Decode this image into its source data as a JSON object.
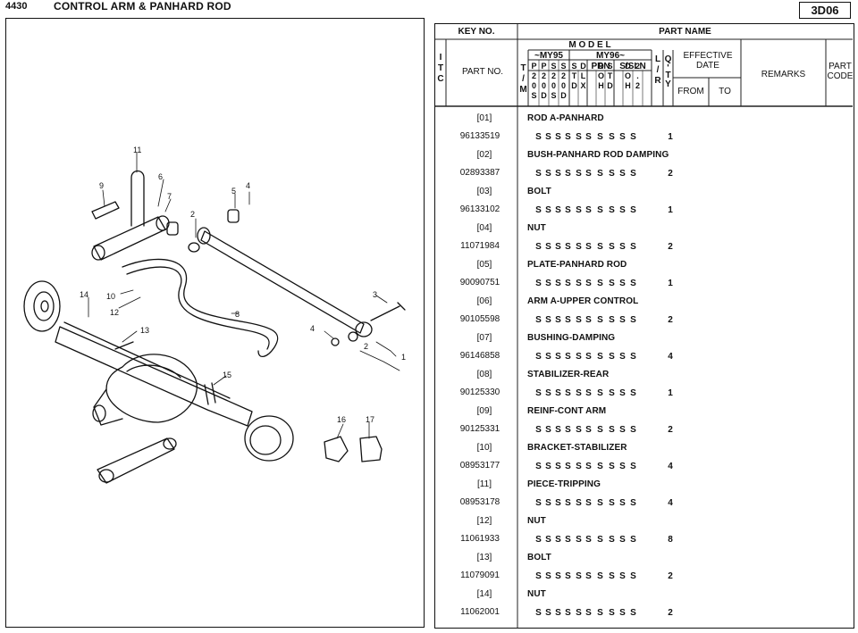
{
  "header": {
    "section_number": "4430",
    "section_title": "CONTROL ARM & PANHARD ROD",
    "page_code": "3D06"
  },
  "table_header": {
    "key_no": "KEY NO.",
    "part_name": "PART NAME",
    "itc": [
      "I",
      "T",
      "C"
    ],
    "part_no": "PART NO.",
    "tm": [
      "T",
      "/",
      "M"
    ],
    "model": "M O D E L",
    "my95": "~MY95",
    "my96": "MY96~",
    "prn": "PRN",
    "sslin": "S/SLN",
    "model_cols": [
      [
        "P",
        "2",
        "0",
        "S"
      ],
      [
        "P",
        "2",
        "0",
        "D"
      ],
      [
        "S",
        "2",
        "0",
        "S"
      ],
      [
        "S",
        "2",
        "0",
        "D"
      ],
      [
        "S",
        "T",
        "D"
      ],
      [
        "D",
        "L",
        "X"
      ],
      [
        "D",
        "O",
        "H"
      ],
      [
        "S",
        "T",
        "D"
      ],
      [
        "D",
        "O",
        "H"
      ],
      [
        "2",
        ".",
        "2"
      ]
    ],
    "lr": [
      "L",
      "/",
      "R"
    ],
    "qty": [
      "Q",
      "'",
      "T",
      "Y"
    ],
    "effective_date": "EFFECTIVE DATE",
    "from": "FROM",
    "to": "TO",
    "remarks": "REMARKS",
    "part_code": "PART CODE"
  },
  "parts": [
    {
      "key": "[01]",
      "name": "ROD A-PANHARD",
      "part_no": "96133519",
      "qty": "1"
    },
    {
      "key": "[02]",
      "name": "BUSH-PANHARD ROD DAMPING",
      "part_no": "02893387",
      "qty": "2"
    },
    {
      "key": "[03]",
      "name": "BOLT",
      "part_no": "96133102",
      "qty": "1"
    },
    {
      "key": "[04]",
      "name": "NUT",
      "part_no": "11071984",
      "qty": "2"
    },
    {
      "key": "[05]",
      "name": "PLATE-PANHARD ROD",
      "part_no": "90090751",
      "qty": "1"
    },
    {
      "key": "[06]",
      "name": "ARM A-UPPER CONTROL",
      "part_no": "90105598",
      "qty": "2"
    },
    {
      "key": "[07]",
      "name": "BUSHING-DAMPING",
      "part_no": "96146858",
      "qty": "4"
    },
    {
      "key": "[08]",
      "name": "STABILIZER-REAR",
      "part_no": "90125330",
      "qty": "1"
    },
    {
      "key": "[09]",
      "name": "REINF-CONT ARM",
      "part_no": "90125331",
      "qty": "2"
    },
    {
      "key": "[10]",
      "name": "BRACKET-STABILIZER",
      "part_no": "08953177",
      "qty": "4"
    },
    {
      "key": "[11]",
      "name": "PIECE-TRIPPING",
      "part_no": "08953178",
      "qty": "4"
    },
    {
      "key": "[12]",
      "name": "NUT",
      "part_no": "11061933",
      "qty": "8"
    },
    {
      "key": "[13]",
      "name": "BOLT",
      "part_no": "11079091",
      "qty": "2"
    },
    {
      "key": "[14]",
      "name": "NUT",
      "part_no": "11062001",
      "qty": "2"
    }
  ],
  "model_flag": "S",
  "diagram_callouts": [
    "1",
    "2",
    "2",
    "3",
    "4",
    "4",
    "5",
    "6",
    "7",
    "8",
    "9",
    "10",
    "11",
    "12",
    "13",
    "14",
    "15",
    "16",
    "17"
  ],
  "colors": {
    "ink": "#111111",
    "paper": "#ffffff",
    "grid": "#222222"
  }
}
